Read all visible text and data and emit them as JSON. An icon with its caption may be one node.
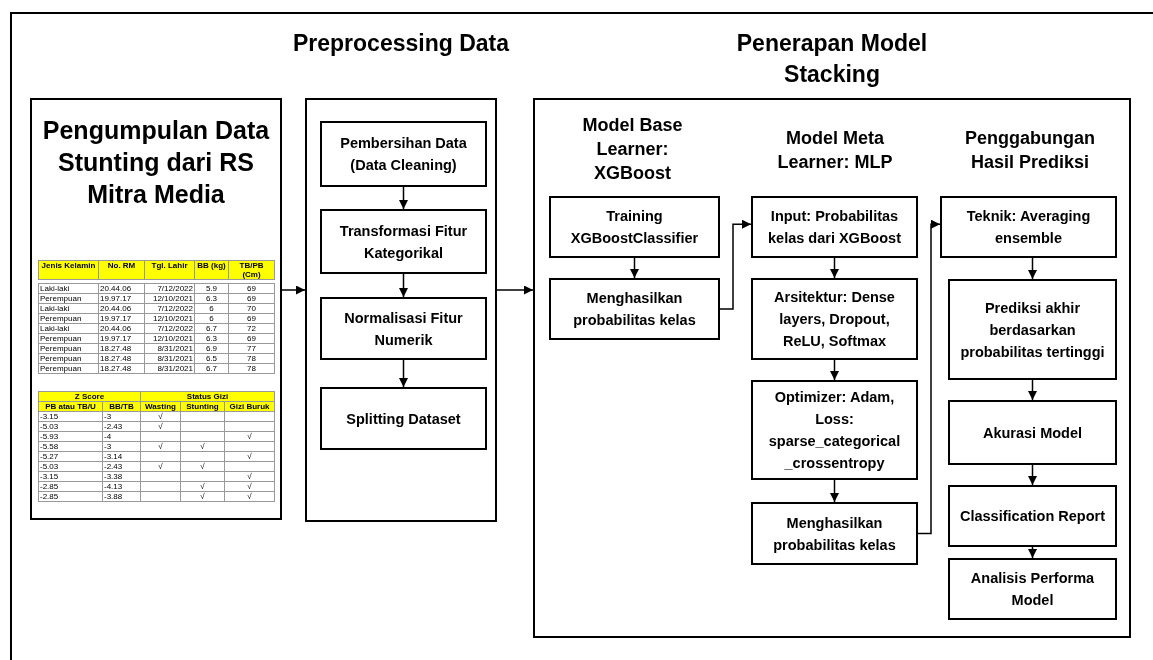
{
  "diagram": {
    "nodes": [
      {
        "text": [
          "Pengumpulan Data Stunting dari RS Mitra Media"
        ]
      },
      {
        "text": [
          "Preprocessing Data"
        ]
      },
      {
        "text": [
          "Pembersihan Data (Data Cleaning)"
        ],
        "in": 1
      },
      {
        "text": [
          "Transformasi Fitur Kategorikal"
        ],
        "in": 1
      },
      {
        "text": [
          "Normalisasi Fitur Numerik"
        ],
        "in": 1
      },
      {
        "text": [
          "Splitting Dataset"
        ],
        "in": 1
      },
      {
        "text": [
          "Penerapan Model Stacking"
        ]
      },
      {
        "text": [
          "Training XGBoostClassifier"
        ],
        "in": 6
      },
      {
        "text": [
          "Menghasilkan probabilitas kelas"
        ],
        "in": 6
      },
      {
        "text": [
          "Input: Probabilitas kelas dari XGBoost"
        ],
        "in": 6
      },
      {
        "text": [
          "Arsitektur: Dense layers, Dropout, ReLU, Softmax"
        ],
        "in": 6
      },
      {
        "text": [
          "Optimizer: Adam, Loss: sparse_categorical _crossentropy"
        ],
        "in": 6
      },
      {
        "text": [
          "Menghasilkan probabilitas kelas"
        ],
        "in": 6
      },
      {
        "text": [
          "Teknik: Averaging ensemble"
        ],
        "in": 6
      },
      {
        "text": [
          "Prediksi akhir berdasarkan probabilitas tertinggi"
        ],
        "in": 6
      },
      {
        "text": [
          "Akurasi Model"
        ],
        "in": 6
      },
      {
        "text": [
          "Classification Report"
        ],
        "in": 6
      },
      {
        "text": [
          "Analisis Performa Model"
        ],
        "in": 6
      }
    ],
    "edges": [
      {
        "from": 0,
        "to": 1,
        "arrow": "to"
      },
      {
        "from": 1,
        "to": 6,
        "arrow": "to"
      },
      {
        "from": 2,
        "to": 3,
        "arrow": "to"
      },
      {
        "from": 3,
        "to": 4,
        "arrow": "to"
      },
      {
        "from": 4,
        "to": 5,
        "arrow": "to"
      },
      {
        "from": 7,
        "to": 8,
        "arrow": "to"
      },
      {
        "from": 8,
        "to": 9,
        "arrow": "to"
      },
      {
        "from": 9,
        "to": 10,
        "arrow": "to"
      },
      {
        "from": 10,
        "to": 11,
        "arrow": "to"
      },
      {
        "from": 11,
        "to": 12,
        "arrow": "to"
      },
      {
        "from": 12,
        "to": 13,
        "arrow": "to"
      },
      {
        "from": 13,
        "to": 14,
        "arrow": "to"
      },
      {
        "from": 14,
        "to": 15,
        "arrow": "to"
      },
      {
        "from": 15,
        "to": 16,
        "arrow": "to"
      },
      {
        "from": 16,
        "to": 17,
        "arrow": "to"
      }
    ],
    "labels": [
      "Jenis Kelamin",
      "No. RM",
      "Tgl. Lahir",
      "BB (kg)",
      "TB/PB (Cm)",
      "Laki-laki",
      "20.44.06",
      "7/12/2022",
      "5.9",
      "69",
      "Perempuan",
      "19.97.17",
      "12/10/2021",
      "6.3",
      "69",
      "Laki-laki",
      "20.44.06",
      "7/12/2022",
      "6",
      "70",
      "Perempuan",
      "19.97.17",
      "12/10/2021",
      "6",
      "69",
      "Laki-laki",
      "20.44.06",
      "7/12/2022",
      "6.7",
      "72",
      "Perempuan",
      "19.97.17",
      "12/10/2021",
      "6.3",
      "69",
      "Perempuan",
      "18.27.48",
      "8/31/2021",
      "6.9",
      "77",
      "Perempuan",
      "18.27.48",
      "8/31/2021",
      "6.5",
      "78",
      "Perempuan",
      "18.27.48",
      "8/31/2021",
      "6.7",
      "78",
      "Z Score",
      "Status Gizi",
      "PB atau TB/U",
      "BB/TB",
      "Wasting",
      "Stunting",
      "Gizi Buruk",
      "-3.15",
      "-3",
      "√",
      "-5.03",
      "-2.43",
      "√",
      "-5.93",
      "-4",
      "√",
      "-5.58",
      "-3",
      "√",
      "√",
      "-5.27",
      "-3.14",
      "√",
      "-5.03",
      "-2.43",
      "√",
      "√",
      "-3.15",
      "-3.38",
      "√",
      "-2.85",
      "-4.13",
      "√",
      "√",
      "-2.85",
      "-3.88",
      "√",
      "√",
      "Model Base Learner: XGBoost",
      "Model Meta Learner: MLP",
      "Penggabungan Hasil Prediksi"
    ]
  }
}
